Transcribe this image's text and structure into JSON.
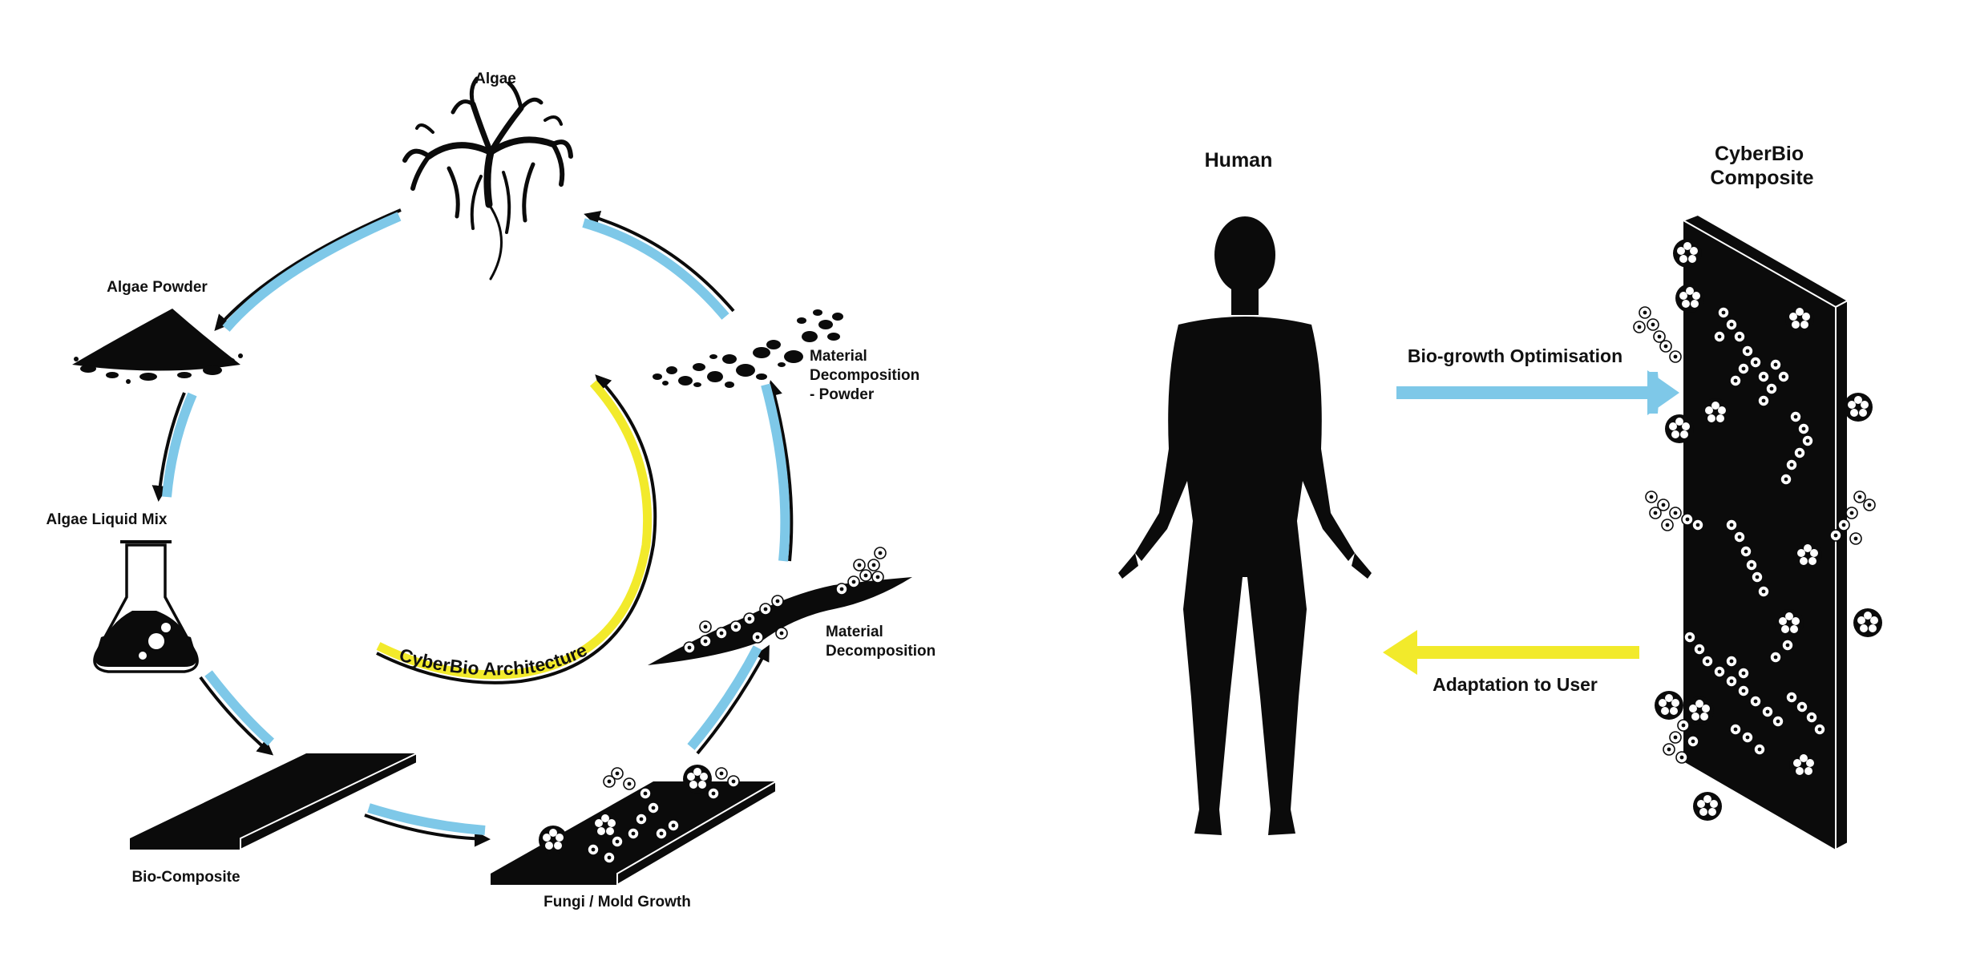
{
  "colors": {
    "blue": "#7ec8e8",
    "yellow": "#f2ea2b",
    "black": "#0b0b0b",
    "white": "#ffffff"
  },
  "cycle": {
    "nodes": {
      "algae": "Algae",
      "algae_powder": "Algae Powder",
      "algae_liquid_mix": "Algae Liquid Mix",
      "bio_composite": "Bio-Composite",
      "fungi_mold_growth": "Fungi / Mold Growth",
      "material_decomposition_line1": "Material",
      "material_decomposition_line2": "Decomposition",
      "material_decomposition_powder_line1": "Material",
      "material_decomposition_powder_line2": "Decomposition",
      "material_decomposition_powder_line3": "- Powder"
    },
    "inner_label": "CyberBio Architecture",
    "icons": [
      "seaweed-icon",
      "powder-pile-icon",
      "flask-icon",
      "panel-icon",
      "mold-panel-icon",
      "decomposition-panel-icon",
      "particles-icon"
    ]
  },
  "interaction": {
    "human_label": "Human",
    "composite_label_line1": "CyberBio",
    "composite_label_line2": "Composite",
    "arrow_to_composite": "Bio-growth Optimisation",
    "arrow_to_human": "Adaptation to User",
    "icons": [
      "human-silhouette-icon",
      "composite-wall-icon"
    ]
  }
}
